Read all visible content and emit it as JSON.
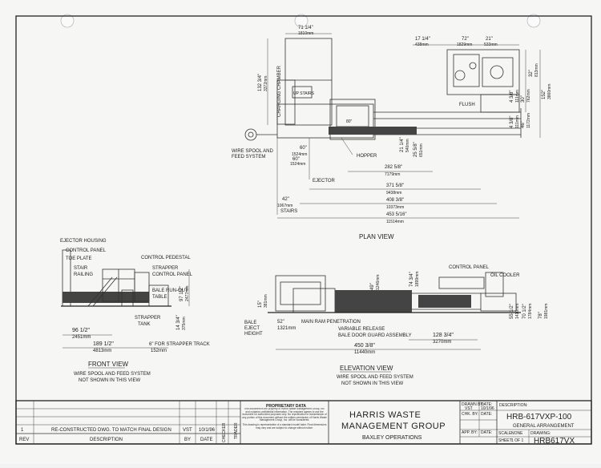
{
  "plan_view": {
    "title": "PLAN VIEW",
    "labels": {
      "up_stairs": "UP STAIRS",
      "charging_chamber": "CHARGING CHAMBER",
      "wire_spool_line1": "WIRE SPOOL AND",
      "wire_spool_line2": "FEED SYSTEM",
      "hopper": "HOPPER",
      "ejector": "EJECTOR",
      "flush": "FLUSH",
      "stairs": "STAIRS"
    },
    "dims": {
      "d71in": "71 1/4\"",
      "d71mm": "1810mm",
      "d132in": "132 3/4\"",
      "d132mm": "3372mm",
      "d17in": "17 1/4\"",
      "d17mm": "438mm",
      "d72in": "72\"",
      "d72mm": "1829mm",
      "d21in": "21\"",
      "d21mm": "533mm",
      "d32in": "32\"",
      "d32mm": "813mm",
      "d4in": "4 3/8\"",
      "d4mm": "111mm",
      "d30in": "30\"",
      "d30mm": "762mm",
      "d46in": "46\"",
      "d46mm": "1172mm",
      "d152in": "152\"",
      "d152mm": "3860mm",
      "d60a": "60\"",
      "d60amm": "1524mm",
      "d60b": "60\"",
      "d60bmm": "1524mm",
      "d21b_in": "21 1/4\"",
      "d21b_mm": "540mm",
      "d25in": "25 5/8\"",
      "d25mm": "651mm",
      "d282in": "282 5/8\"",
      "d282mm": "7179mm",
      "d371in": "371 5/8\"",
      "d371mm": "9438mm",
      "d408in": "408 3/8\"",
      "d408mm": "10373mm",
      "d453in": "453 5/16\"",
      "d453mm": "11514mm",
      "d42in": "42\"",
      "d42mm": "1067mm",
      "d80": "80\"",
      "d4b": "4 3/8\"",
      "d4bmm": "111mm"
    }
  },
  "front_view": {
    "title": "FRONT VIEW",
    "note_line1": "WIRE SPOOL AND FEED SYSTEM",
    "note_line2": "NOT SHOWN IN THIS VIEW",
    "labels": {
      "ejector_housing": "EJECTOR HOUSING",
      "control_panel": "CONTROL PANEL",
      "toe_plate": "TOE PLATE",
      "stair": "STAIR",
      "railing": "RAILING",
      "control_pedestal": "CONTROL PEDESTAL",
      "strapper_control_line1": "STRAPPER",
      "strapper_control_line2": "CONTROL PANEL",
      "bale_runout_line1": "BALE RUN-OUT",
      "bale_runout_line2": "TABLE",
      "strapper_tank_line1": "STRAPPER",
      "strapper_tank_line2": "TANK",
      "strapper_track": "6\" FOR STRAPPER TRACK"
    },
    "dims": {
      "d96in": "96 1/2\"",
      "d96mm": "2451mm",
      "d189in": "189 1/2\"",
      "d189mm": "4813mm",
      "d152mm": "152mm",
      "d97in": "97 1/2\"",
      "d97mm": "2477mm",
      "d14in": "14 3/4\"",
      "d14mm": "375mm"
    }
  },
  "elevation_view": {
    "title": "ELEVATION VIEW",
    "note_line1": "WIRE SPOOL AND FEED SYSTEM",
    "note_line2": "NOT SHOWN IN THIS VIEW",
    "labels": {
      "control_panel": "CONTROL PANEL",
      "oil_cooler": "OIL COOLER",
      "bale_eject_line1": "BALE",
      "bale_eject_line2": "EJECT",
      "bale_eject_line3": "HEIGHT",
      "main_ram": "MAIN RAM PENETRATION",
      "variable_release_line1": "VARIABLE RELEASE",
      "variable_release_line2": "BALE DOOR GUARD ASSEMBLY"
    },
    "dims": {
      "d15in": "15\"",
      "d15mm": "381mm",
      "d52in": "52\"",
      "d52mm": "1321mm",
      "d128in": "128 3/4\"",
      "d128mm": "3270mm",
      "d450in": "450 3/8\"",
      "d450mm": "11440mm",
      "d74in": "74 3/4\"",
      "d74mm": "1899mm",
      "d49in": "49\"",
      "d49mm": "1246mm",
      "d55in": "55 1/2\"",
      "d55mm": "1410mm",
      "d70in": "70 1/2\"",
      "d70mm": "1784mm",
      "d78in": "78\"",
      "d78mm": "1981mm"
    }
  },
  "title_block": {
    "rev_header": "REV",
    "desc_header": "DESCRIPTION",
    "by_header": "BY",
    "date_header": "DATE",
    "revision": {
      "rev": "1",
      "description": "RE-CONSTRUCTED DWG. TO MATCH FINAL DESIGN",
      "by": "VST",
      "date": "10/1/96"
    },
    "checker_label": "CHECKER",
    "trader_label": "TRADER",
    "proprietary_title": "PROPRIETARY DATA",
    "proprietary_text": "This document is the property of Harris Waste Management Group, Inc. and contains confidential information. The recipient agrees to use the document for authorized purposes only. No reproduction or transmission of any portion of this document without the written permission of Harris Waste Management Group, Inc. will be considered.",
    "proprietary_note": "This drawing is representative of a standard model baler. Final dimensions may vary and are subject to change without notice.",
    "company_line1": "HARRIS WASTE",
    "company_line2": "MANAGEMENT GROUP",
    "division": "BAXLEY OPERATIONS",
    "drawn_by_label": "DRAWN BY:",
    "drawn_by": "VST",
    "date_label": "DATE:",
    "date": "10/1/96",
    "chk_by_label": "CHK. BY:",
    "app_by_label": "APP. BY:",
    "description_label": "DESCRIPTION:",
    "model": "HRB-617VXP-100",
    "arrangement": "GENERAL ARRANGEMENT",
    "scale_label": "SCALE:",
    "scale": "NONE",
    "drawing_label": "DRAWING:",
    "sheet_label": "SHEET:",
    "sheet": "1 OF 1",
    "drawing_number": "HRB617VX"
  }
}
